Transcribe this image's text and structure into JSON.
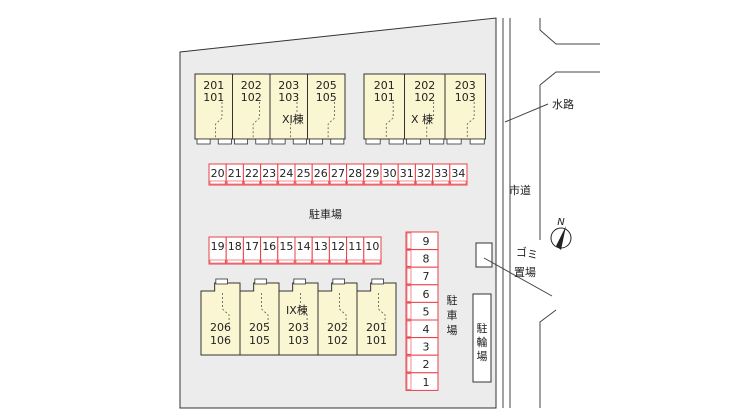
{
  "colors": {
    "site_fill": "#ececec",
    "building_fill": "#fbf6d2",
    "parking_red": "#e8404a",
    "line": "#333333"
  },
  "buildings": {
    "xi": {
      "name": "XI棟",
      "units": [
        {
          "upper": "201",
          "lower": "101"
        },
        {
          "upper": "202",
          "lower": "102"
        },
        {
          "upper": "203",
          "lower": "103"
        },
        {
          "upper": "205",
          "lower": "105"
        }
      ]
    },
    "x": {
      "name": "X 棟",
      "units": [
        {
          "upper": "201",
          "lower": "101"
        },
        {
          "upper": "202",
          "lower": "102"
        },
        {
          "upper": "203",
          "lower": "103"
        }
      ]
    },
    "ix": {
      "name": "IX棟",
      "units": [
        {
          "upper": "206",
          "lower": "106"
        },
        {
          "upper": "205",
          "lower": "105"
        },
        {
          "upper": "203",
          "lower": "103"
        },
        {
          "upper": "202",
          "lower": "102"
        },
        {
          "upper": "201",
          "lower": "101"
        }
      ]
    }
  },
  "parking": {
    "label_main": "駐車場",
    "label_right": [
      "駐",
      "車",
      "場"
    ],
    "top_row": [
      "20",
      "21",
      "22",
      "23",
      "24",
      "25",
      "26",
      "27",
      "28",
      "29",
      "30",
      "31",
      "32",
      "33",
      "34"
    ],
    "middle_row": [
      "19",
      "18",
      "17",
      "16",
      "15",
      "14",
      "13",
      "12",
      "11",
      "10"
    ],
    "vertical_column": [
      "9",
      "8",
      "7",
      "6",
      "5",
      "4",
      "3",
      "2",
      "1"
    ]
  },
  "labels": {
    "waterway": "水路",
    "city_road": "市道",
    "garbage": [
      "ゴ",
      "ミ",
      "置場"
    ],
    "bicycle": [
      "駐",
      "輪",
      "場"
    ],
    "north": "N"
  }
}
